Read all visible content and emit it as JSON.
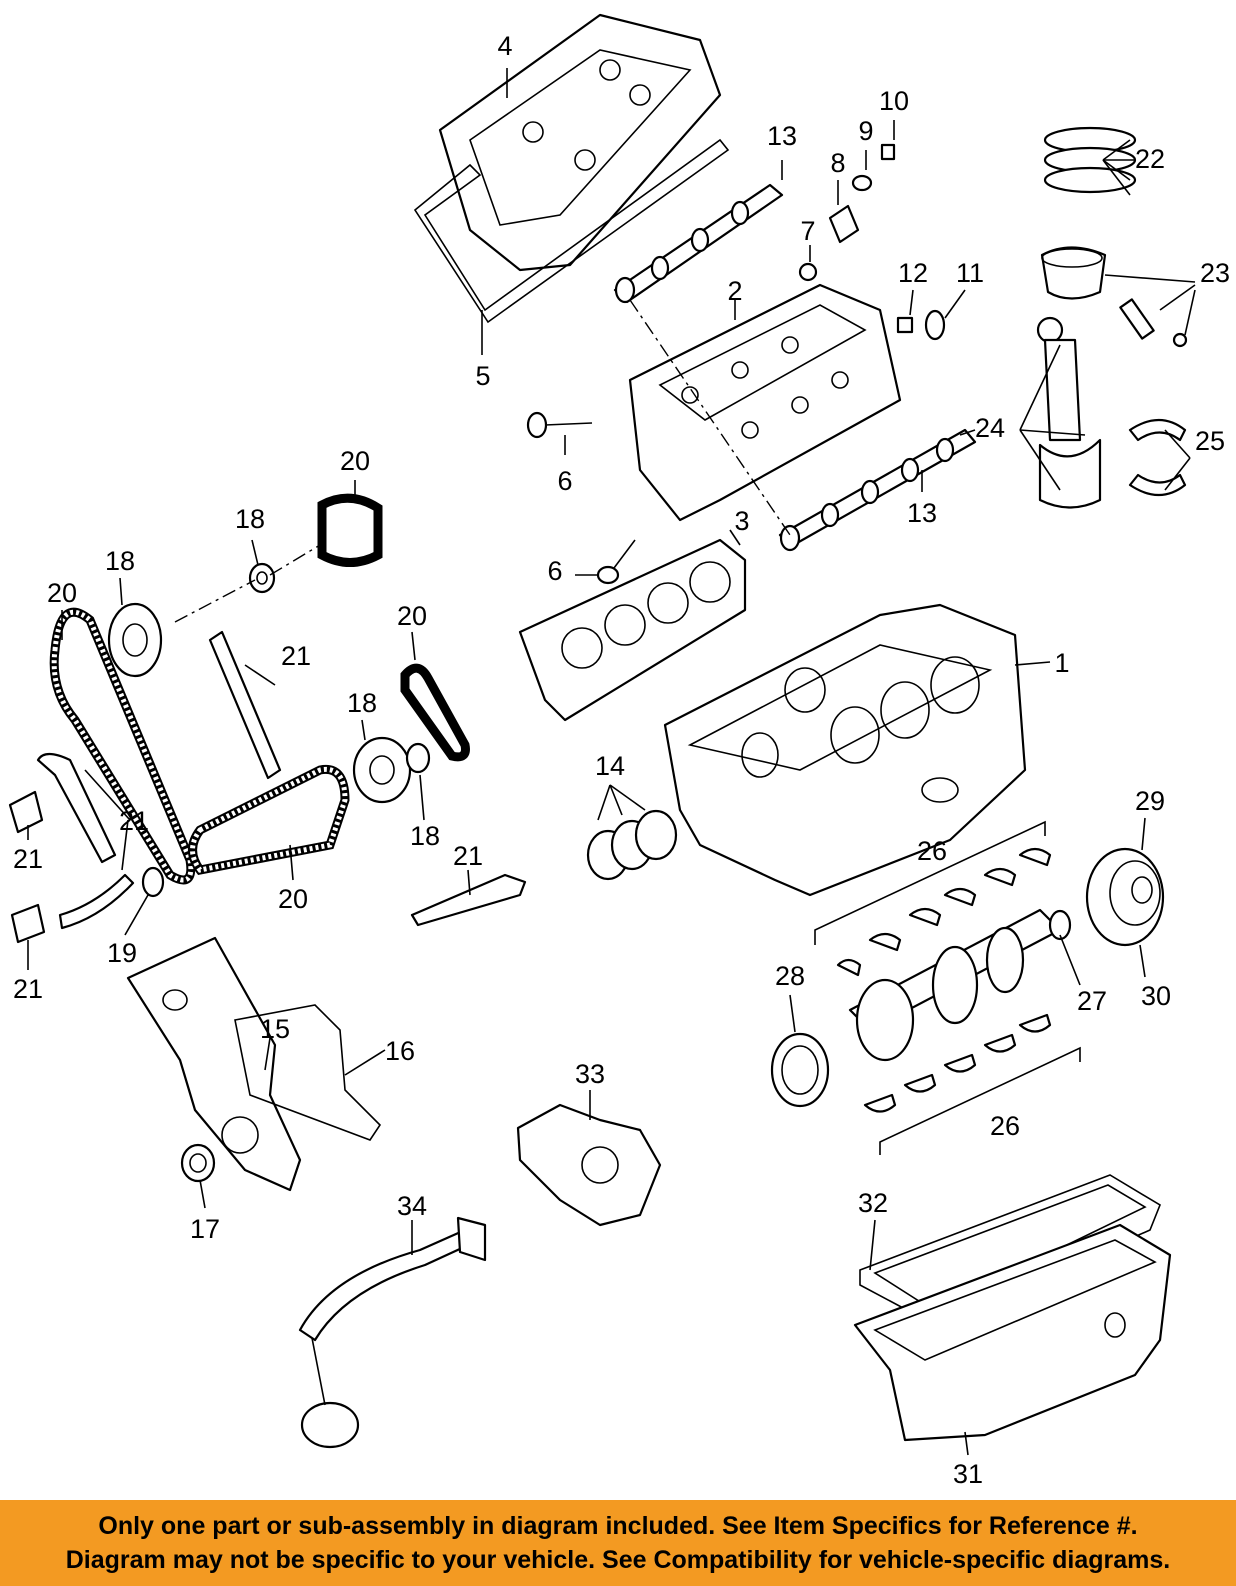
{
  "diagram": {
    "labels": {
      "l1": "1",
      "l2": "2",
      "l3": "3",
      "l4": "4",
      "l5": "5",
      "l6a": "6",
      "l6b": "6",
      "l7": "7",
      "l8": "8",
      "l9": "9",
      "l10": "10",
      "l11": "11",
      "l12": "12",
      "l13a": "13",
      "l13b": "13",
      "l14": "14",
      "l15": "15",
      "l16": "16",
      "l17": "17",
      "l18a": "18",
      "l18b": "18",
      "l18c": "18",
      "l18d": "18",
      "l19": "19",
      "l20a": "20",
      "l20b": "20",
      "l20c": "20",
      "l20d": "20",
      "l21a": "21",
      "l21b": "21",
      "l21c": "21",
      "l21d": "21",
      "l21e": "21",
      "l22": "22",
      "l23": "23",
      "l24": "24",
      "l25": "25",
      "l26a": "26",
      "l26b": "26",
      "l27": "27",
      "l28": "28",
      "l29": "29",
      "l30": "30",
      "l31": "31",
      "l32": "32",
      "l33": "33",
      "l34": "34"
    }
  },
  "notice": {
    "line1": "Only one part or sub-assembly in diagram included. See Item Specifics for Reference #.",
    "line2": "Diagram may not be specific to your vehicle. See Compatibility for vehicle-specific diagrams."
  },
  "colors": {
    "banner": "#f39a22",
    "ink": "#000000",
    "background": "#ffffff"
  }
}
